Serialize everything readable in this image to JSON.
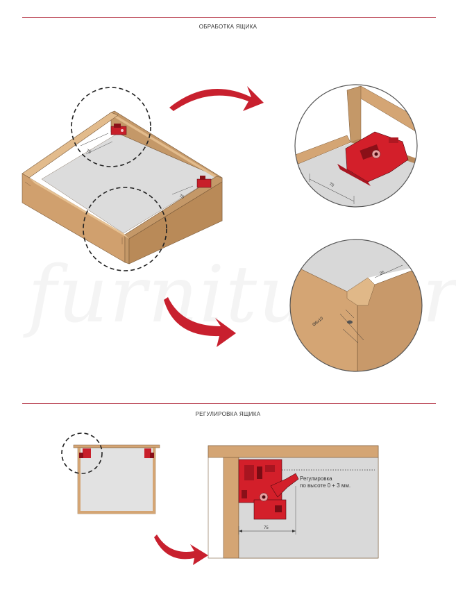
{
  "sections": {
    "processing_title": "ОБРАБОТКА ЯЩИКА",
    "adjustment_title": "РЕГУЛИРОВКА ЯЩИКА"
  },
  "watermark": "furnitura.ru",
  "dimensions": {
    "box_front_offset": "75",
    "box_side_offset": "75",
    "detail_offset": "75",
    "hole_offset": "25",
    "hole_spec": "Ø6х10",
    "side_view_offset": "75"
  },
  "adjustment_note": {
    "line1": "Регулировка",
    "line2": "по высоте 0 + 3 мм."
  },
  "colors": {
    "accent": "#b0283a",
    "arrow": "#c8202e",
    "wood": "#d4a574",
    "wood_dark": "#b8895a",
    "panel": "#d9d9d9",
    "part": "#d31f2a"
  }
}
